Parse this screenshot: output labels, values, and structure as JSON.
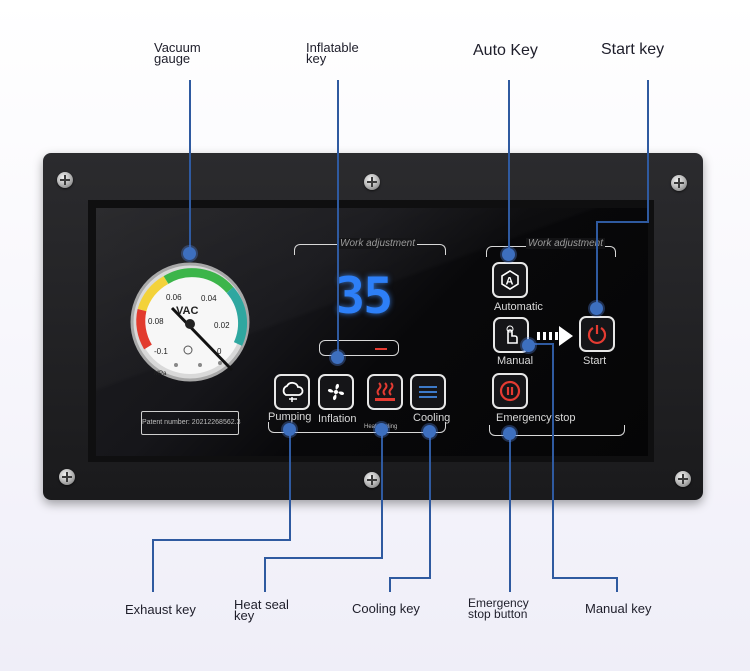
{
  "callouts": {
    "vacuum_gauge": [
      "Vacuum",
      "gauge"
    ],
    "inflatable_key": [
      "Inflatable",
      "key"
    ],
    "auto_key": "Auto Key",
    "start_key": "Start key",
    "exhaust_key": "Exhaust key",
    "heat_seal_key": [
      "Heat seal",
      "key"
    ],
    "cooling_key": "Cooling key",
    "emergency_stop_button": [
      "Emergency",
      "stop button"
    ],
    "manual_key": "Manual key"
  },
  "screen": {
    "section_left_title": "Work adjustment",
    "section_right_title": "Work adjustment",
    "display_value": "35",
    "patent_text": "Patent number: 20212268562.3"
  },
  "gauge": {
    "brand": "VAC",
    "unit": "MPa",
    "scale_labels": [
      "0.06",
      "0.04",
      "0.08",
      "0.02",
      "-0.1",
      "0"
    ]
  },
  "keys": {
    "pumping": "Pumping",
    "inflation": "Inflation",
    "heat_sealing": "Heat sealing",
    "cooling": "Cooling",
    "automatic": "Automatic",
    "manual": "Manual",
    "start": "Start",
    "emergency_stop": "Emergency stop"
  },
  "icons": {
    "pumping": "pump-cloud-icon",
    "inflation": "fan-icon",
    "heat_sealing": "heat-waves-icon",
    "cooling": "cooling-icon",
    "automatic": "auto-a-icon",
    "manual": "hand-touch-icon",
    "start": "power-icon",
    "emergency_stop": "stop-power-icon"
  },
  "colors": {
    "callout_line": "#2f5aa0",
    "callout_dot": "#3d6fbf",
    "display": "#2d7ff7",
    "red_key": "#e53b32"
  }
}
